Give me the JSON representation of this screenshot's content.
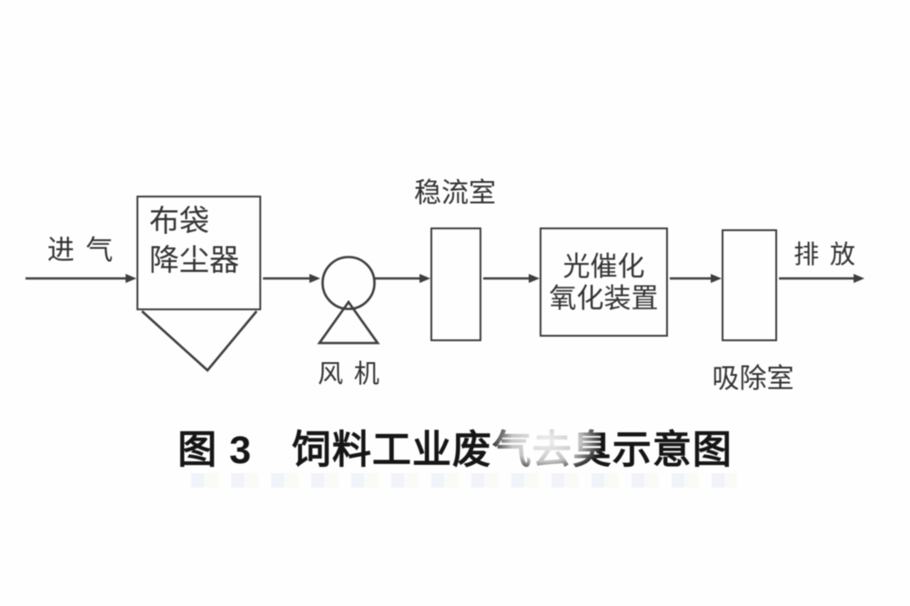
{
  "figure": {
    "caption": "图 3　饲料工业废气去臭示意图",
    "process_flow": [
      "进气",
      "布袋降尘器",
      "风机",
      "稳流室",
      "光催化氧化装置",
      "吸除室",
      "排放"
    ],
    "labels": {
      "inlet": "进 气",
      "dust_collector": [
        "布袋",
        "降尘器"
      ],
      "fan": "风 机",
      "stabilizer": "稳流室",
      "photocatalytic_unit": [
        "光催化",
        "氧化装置"
      ],
      "absorber": "吸除室",
      "outlet": "排 放"
    },
    "colors": {
      "background": "#fefefe",
      "line": "#3e3e3e",
      "label_text": "#333333",
      "caption_text": "#161616"
    }
  }
}
